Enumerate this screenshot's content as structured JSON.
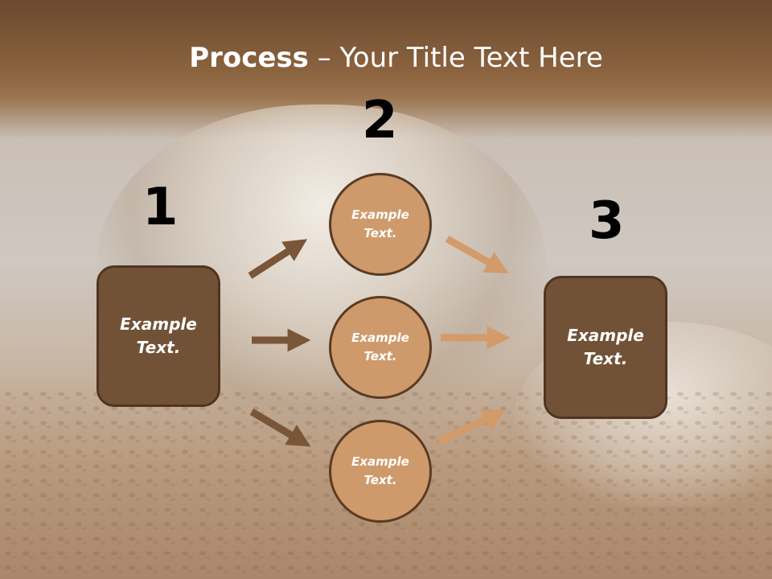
{
  "title": {
    "bold": "Process",
    "rest": " – Your Title Text Here"
  },
  "steps": {
    "one": "1",
    "two": "2",
    "three": "3"
  },
  "left_box": {
    "line1": "Example",
    "line2": "Text."
  },
  "circles": [
    {
      "line1": "Example",
      "line2": "Text."
    },
    {
      "line1": "Example",
      "line2": "Text."
    },
    {
      "line1": "Example",
      "line2": "Text."
    }
  ],
  "right_box": {
    "line1": "Example",
    "line2": "Text."
  },
  "colors": {
    "dark_arrow": "#7a5639",
    "light_arrow": "#d39a6a",
    "box": "#725237",
    "circle": "#cf9a6b"
  }
}
